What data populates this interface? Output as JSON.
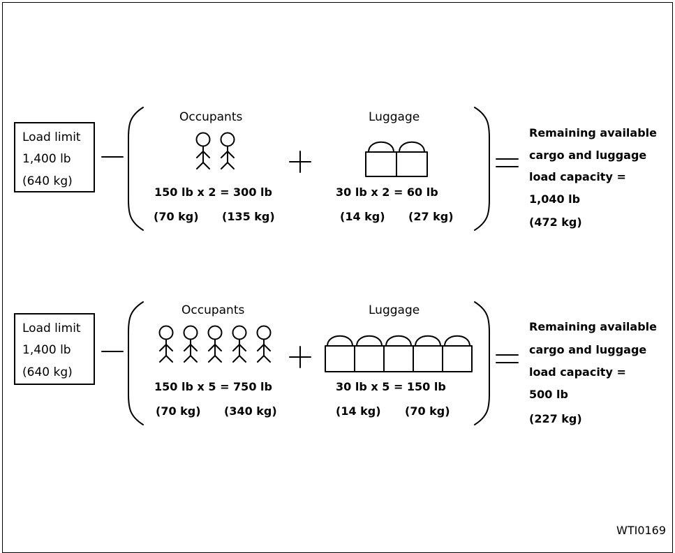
{
  "scenarios": [
    {
      "load_limit": {
        "title": "Load limit",
        "lb": "1,400 lb",
        "kg": "(640 kg)"
      },
      "occupants": {
        "heading": "Occupants",
        "count": 2,
        "calc": "150 lb x 2 = 300 lb",
        "kg_each": "(70 kg)",
        "kg_total": "(135 kg)"
      },
      "luggage": {
        "heading": "Luggage",
        "count": 2,
        "calc": "30 lb x 2 = 60 lb",
        "kg_each": "(14 kg)",
        "kg_total": "(27 kg)"
      },
      "result": [
        "Remaining available",
        "cargo and luggage",
        "load capacity =",
        "1,040 lb",
        "(472 kg)"
      ]
    },
    {
      "load_limit": {
        "title": "Load limit",
        "lb": "1,400 lb",
        "kg": "(640 kg)"
      },
      "occupants": {
        "heading": "Occupants",
        "count": 5,
        "calc": "150 lb x 5 = 750 lb",
        "kg_each": "(70 kg)",
        "kg_total": "(340 kg)"
      },
      "luggage": {
        "heading": "Luggage",
        "count": 5,
        "calc": "30 lb x 5 = 150 lb",
        "kg_each": "(14 kg)",
        "kg_total": "(70 kg)"
      },
      "result": [
        "Remaining available",
        "cargo and luggage",
        "load capacity =",
        "500 lb",
        "(227 kg)"
      ]
    }
  ],
  "figure_code": "WTI0169"
}
